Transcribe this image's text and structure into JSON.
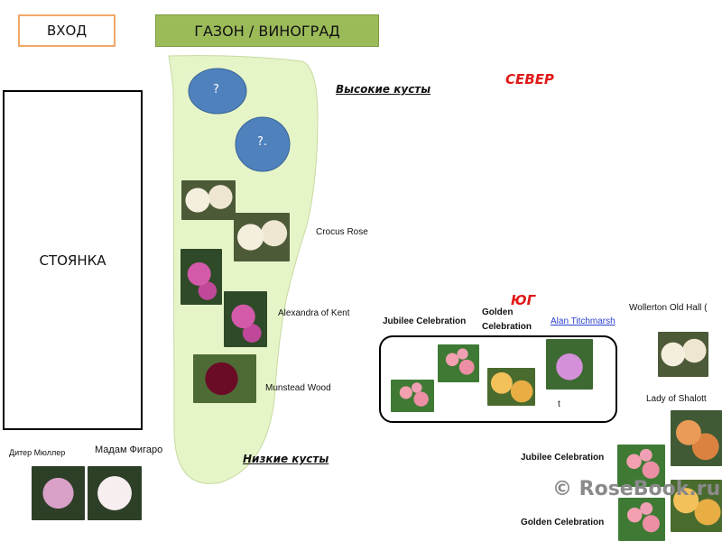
{
  "labels": {
    "entry": "ВХОД",
    "lawn": "ГАЗОН / ВИНОГРАД",
    "parking": "СТОЯНКА",
    "tall_bushes": "Высокие кусты",
    "low_bushes": "Низкие кусты",
    "north": "СЕВЕР",
    "south": "ЮГ",
    "unknown_1": "?",
    "unknown_2": "?."
  },
  "bed_roses": [
    "Crocus Rose",
    "Alexandra of Kent",
    "Munstead Wood"
  ],
  "south_box": {
    "jubilee": "Jubilee Celebration",
    "golden_line1": "Golden",
    "golden_line2": "Celebration",
    "alan": "Alan Titchmarsh",
    "t": "t"
  },
  "right_roses": {
    "wollerton": "Wollerton Old Hall (",
    "lady": "Lady of Shalott",
    "jubilee": "Jubilee Celebration",
    "golden": "Golden Celebration"
  },
  "left_roses": [
    "Дитер  Мюллер",
    "Мадам Фигаро"
  ],
  "watermark": "© RoseBook.ru",
  "colors": {
    "lawn": "#9bbb59",
    "bed": "#e6f5c8",
    "circles": "#4f81bd",
    "direction": "#e01818",
    "link": "#2a3fd0"
  }
}
